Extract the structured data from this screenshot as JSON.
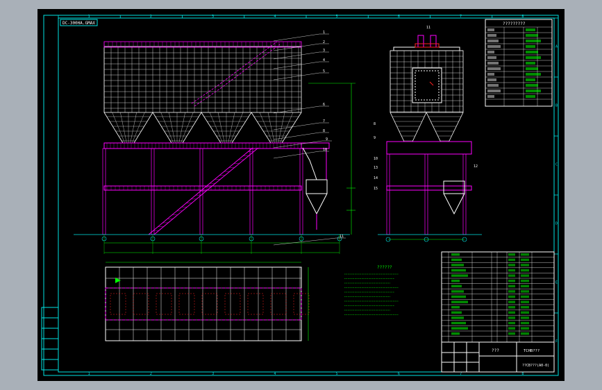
{
  "drawing": {
    "title_tag": "DC-300HA.GMAX",
    "spec_table_title": "?????????",
    "notes_title": "??????",
    "bom_total_label": "???",
    "title_block_name": "TCHB???",
    "title_block_code": "??CB???(A0-0)",
    "border_columns": [
      "1",
      "2",
      "3",
      "4",
      "5",
      "6",
      "7",
      "8"
    ],
    "border_rows": [
      "A",
      "B",
      "C",
      "D",
      "E",
      "F"
    ]
  },
  "front_view_callouts": [
    "1",
    "2",
    "3",
    "4",
    "5",
    "6",
    "7",
    "8",
    "9",
    "10",
    "11"
  ],
  "side_view_callouts": [
    "8",
    "9",
    "10",
    "11",
    "12",
    "13",
    "14",
    "15"
  ],
  "colors": {
    "background": "#000000",
    "frame": "#00e5e5",
    "text": "#ffffff",
    "structure": "#ff00ff",
    "dimension": "#00ff00",
    "hidden": "#ff2020",
    "window_gray": "#a9b0b8"
  }
}
